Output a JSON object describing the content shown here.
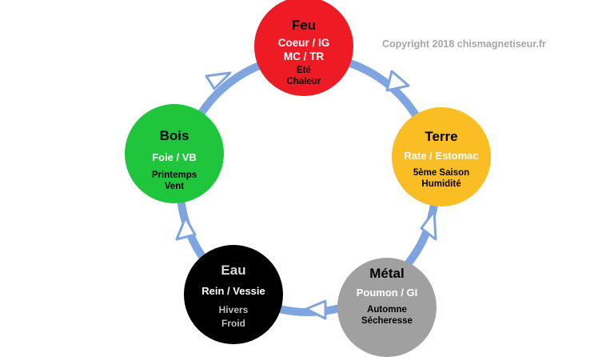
{
  "copyright": "Copyright 2018 chismagnetiseur.fr",
  "colors": {
    "ring": "#7ea5df",
    "arrow_fill": "#ffffff",
    "feu": "#ee1b24",
    "terre": "#fbbd24",
    "metal": "#a0a0a0",
    "eau": "#000000",
    "bois": "#1fc63c"
  },
  "nodes": {
    "feu": {
      "title": "Feu",
      "organs": [
        "Coeur / IG",
        "MC / TR"
      ],
      "traits": [
        "Eté",
        "Chaleur"
      ]
    },
    "terre": {
      "title": "Terre",
      "organs": [
        "Rate / Estomac"
      ],
      "traits": [
        "5ème Saison",
        "Humidité"
      ]
    },
    "metal": {
      "title": "Métal",
      "organs": [
        "Poumon / GI"
      ],
      "traits": [
        "Automne",
        "Sécheresse"
      ]
    },
    "eau": {
      "title": "Eau",
      "organs": [
        "Rein / Vessie"
      ],
      "traits": [
        "Hivers",
        "Froid"
      ]
    },
    "bois": {
      "title": "Bois",
      "organs": [
        "Foie / VB"
      ],
      "traits": [
        "Printemps",
        "Vent"
      ]
    }
  },
  "cycle_order": [
    "feu",
    "terre",
    "metal",
    "eau",
    "bois"
  ]
}
